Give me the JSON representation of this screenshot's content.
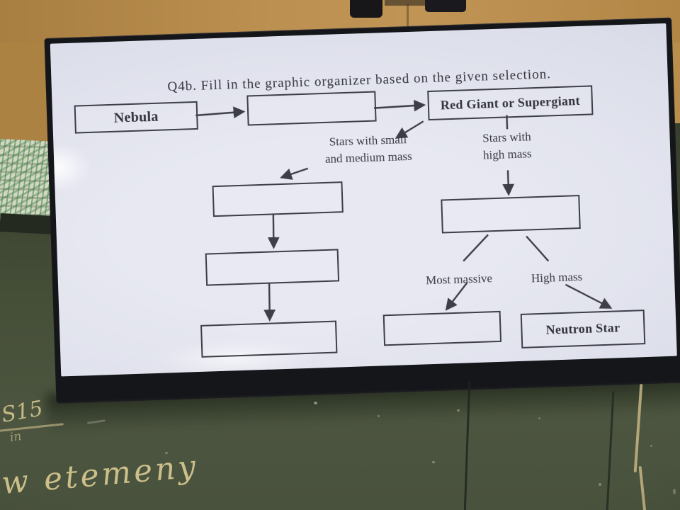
{
  "diagram": {
    "title": "Q4b. Fill in the graphic organizer based on the given selection.",
    "nodes": {
      "nebula": "Nebula",
      "top_middle_blank": "",
      "red_giant": "Red Giant or Supergiant",
      "left_blank_1": "",
      "left_blank_2": "",
      "left_blank_3": "",
      "right_blank": "",
      "most_massive_blank": "",
      "neutron_star": "Neutron Star"
    },
    "labels": {
      "small_medium": {
        "line1": "Stars with small",
        "line2": "and medium mass"
      },
      "high_mass_branch": {
        "line1": "Stars with",
        "line2": "high mass"
      },
      "most_massive": "Most massive",
      "high_mass": "High mass"
    }
  },
  "chalkboard": {
    "writing_top": "S15",
    "writing_small": "in",
    "writing_bottom": "w etemeny"
  },
  "colors": {
    "wall": "#b58a47",
    "board": "#49513a",
    "screen": "#e1e2eb",
    "ink": "#3e3e48",
    "chalk": "#dbcb93",
    "bezel": "#15161a"
  }
}
